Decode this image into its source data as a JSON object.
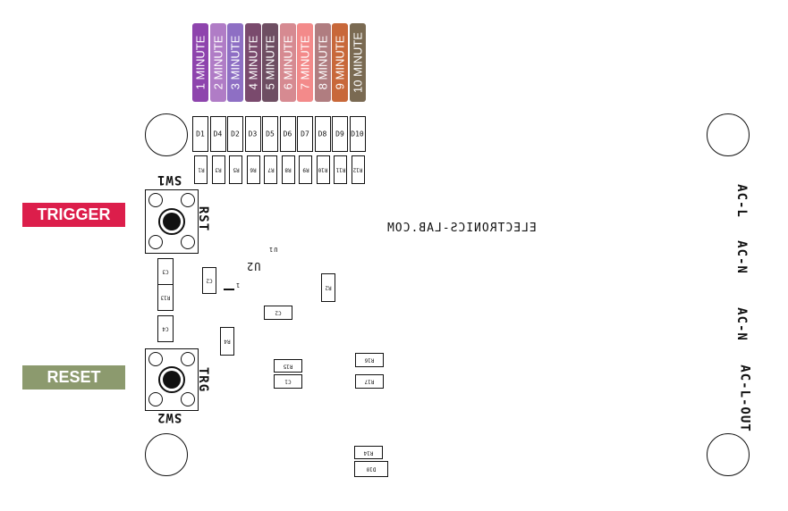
{
  "minute_labels": [
    "1 MINUTE",
    "2 MINUTE",
    "3 MINUTE",
    "4 MINUTE",
    "5 MINUTE",
    "6 MINUTE",
    "7 MINUTE",
    "8 MINUTE",
    "9 MINUTE",
    "10 MINUTE"
  ],
  "minute_colors": [
    "#8e44ad",
    "#b07cc6",
    "#8e6fc4",
    "#7a4a6d",
    "#6e4e62",
    "#d68a91",
    "#f38a8a",
    "#b07d80",
    "#c8683a",
    "#7a6a52"
  ],
  "diodes": [
    "D1",
    "D4",
    "D2",
    "D3",
    "D5",
    "D6",
    "D7",
    "D8",
    "D9",
    "D10"
  ],
  "resistors": [
    "R1",
    "R3",
    "R5",
    "R6",
    "R7",
    "R8",
    "R9",
    "R10",
    "R11",
    "R12"
  ],
  "buttons": {
    "trigger": "TRIGGER",
    "reset": "RESET",
    "trigger_color": "#dc1e4b",
    "reset_color": "#8c9a6e"
  },
  "switches": {
    "sw1": "SW1",
    "sw2": "SW2",
    "rst": "RST",
    "trg": "TRG"
  },
  "site": "ELECTRONICS-LAB.COM",
  "ic": {
    "name": "U2",
    "pin": "1",
    "ref": "U1"
  },
  "parts": {
    "c3": "C3",
    "r13": "R13",
    "c4": "C4",
    "c2a": "C2",
    "c2b": "C2",
    "r4": "R4",
    "r2": "R2",
    "r15": "R15",
    "c1": "C1",
    "r16": "R16",
    "r17": "R17",
    "r14": "R14",
    "d10b": "D10"
  },
  "ac": {
    "l": "AC-L",
    "n1": "AC-N",
    "n2": "AC-N",
    "lout": "AC-L-OUT"
  }
}
